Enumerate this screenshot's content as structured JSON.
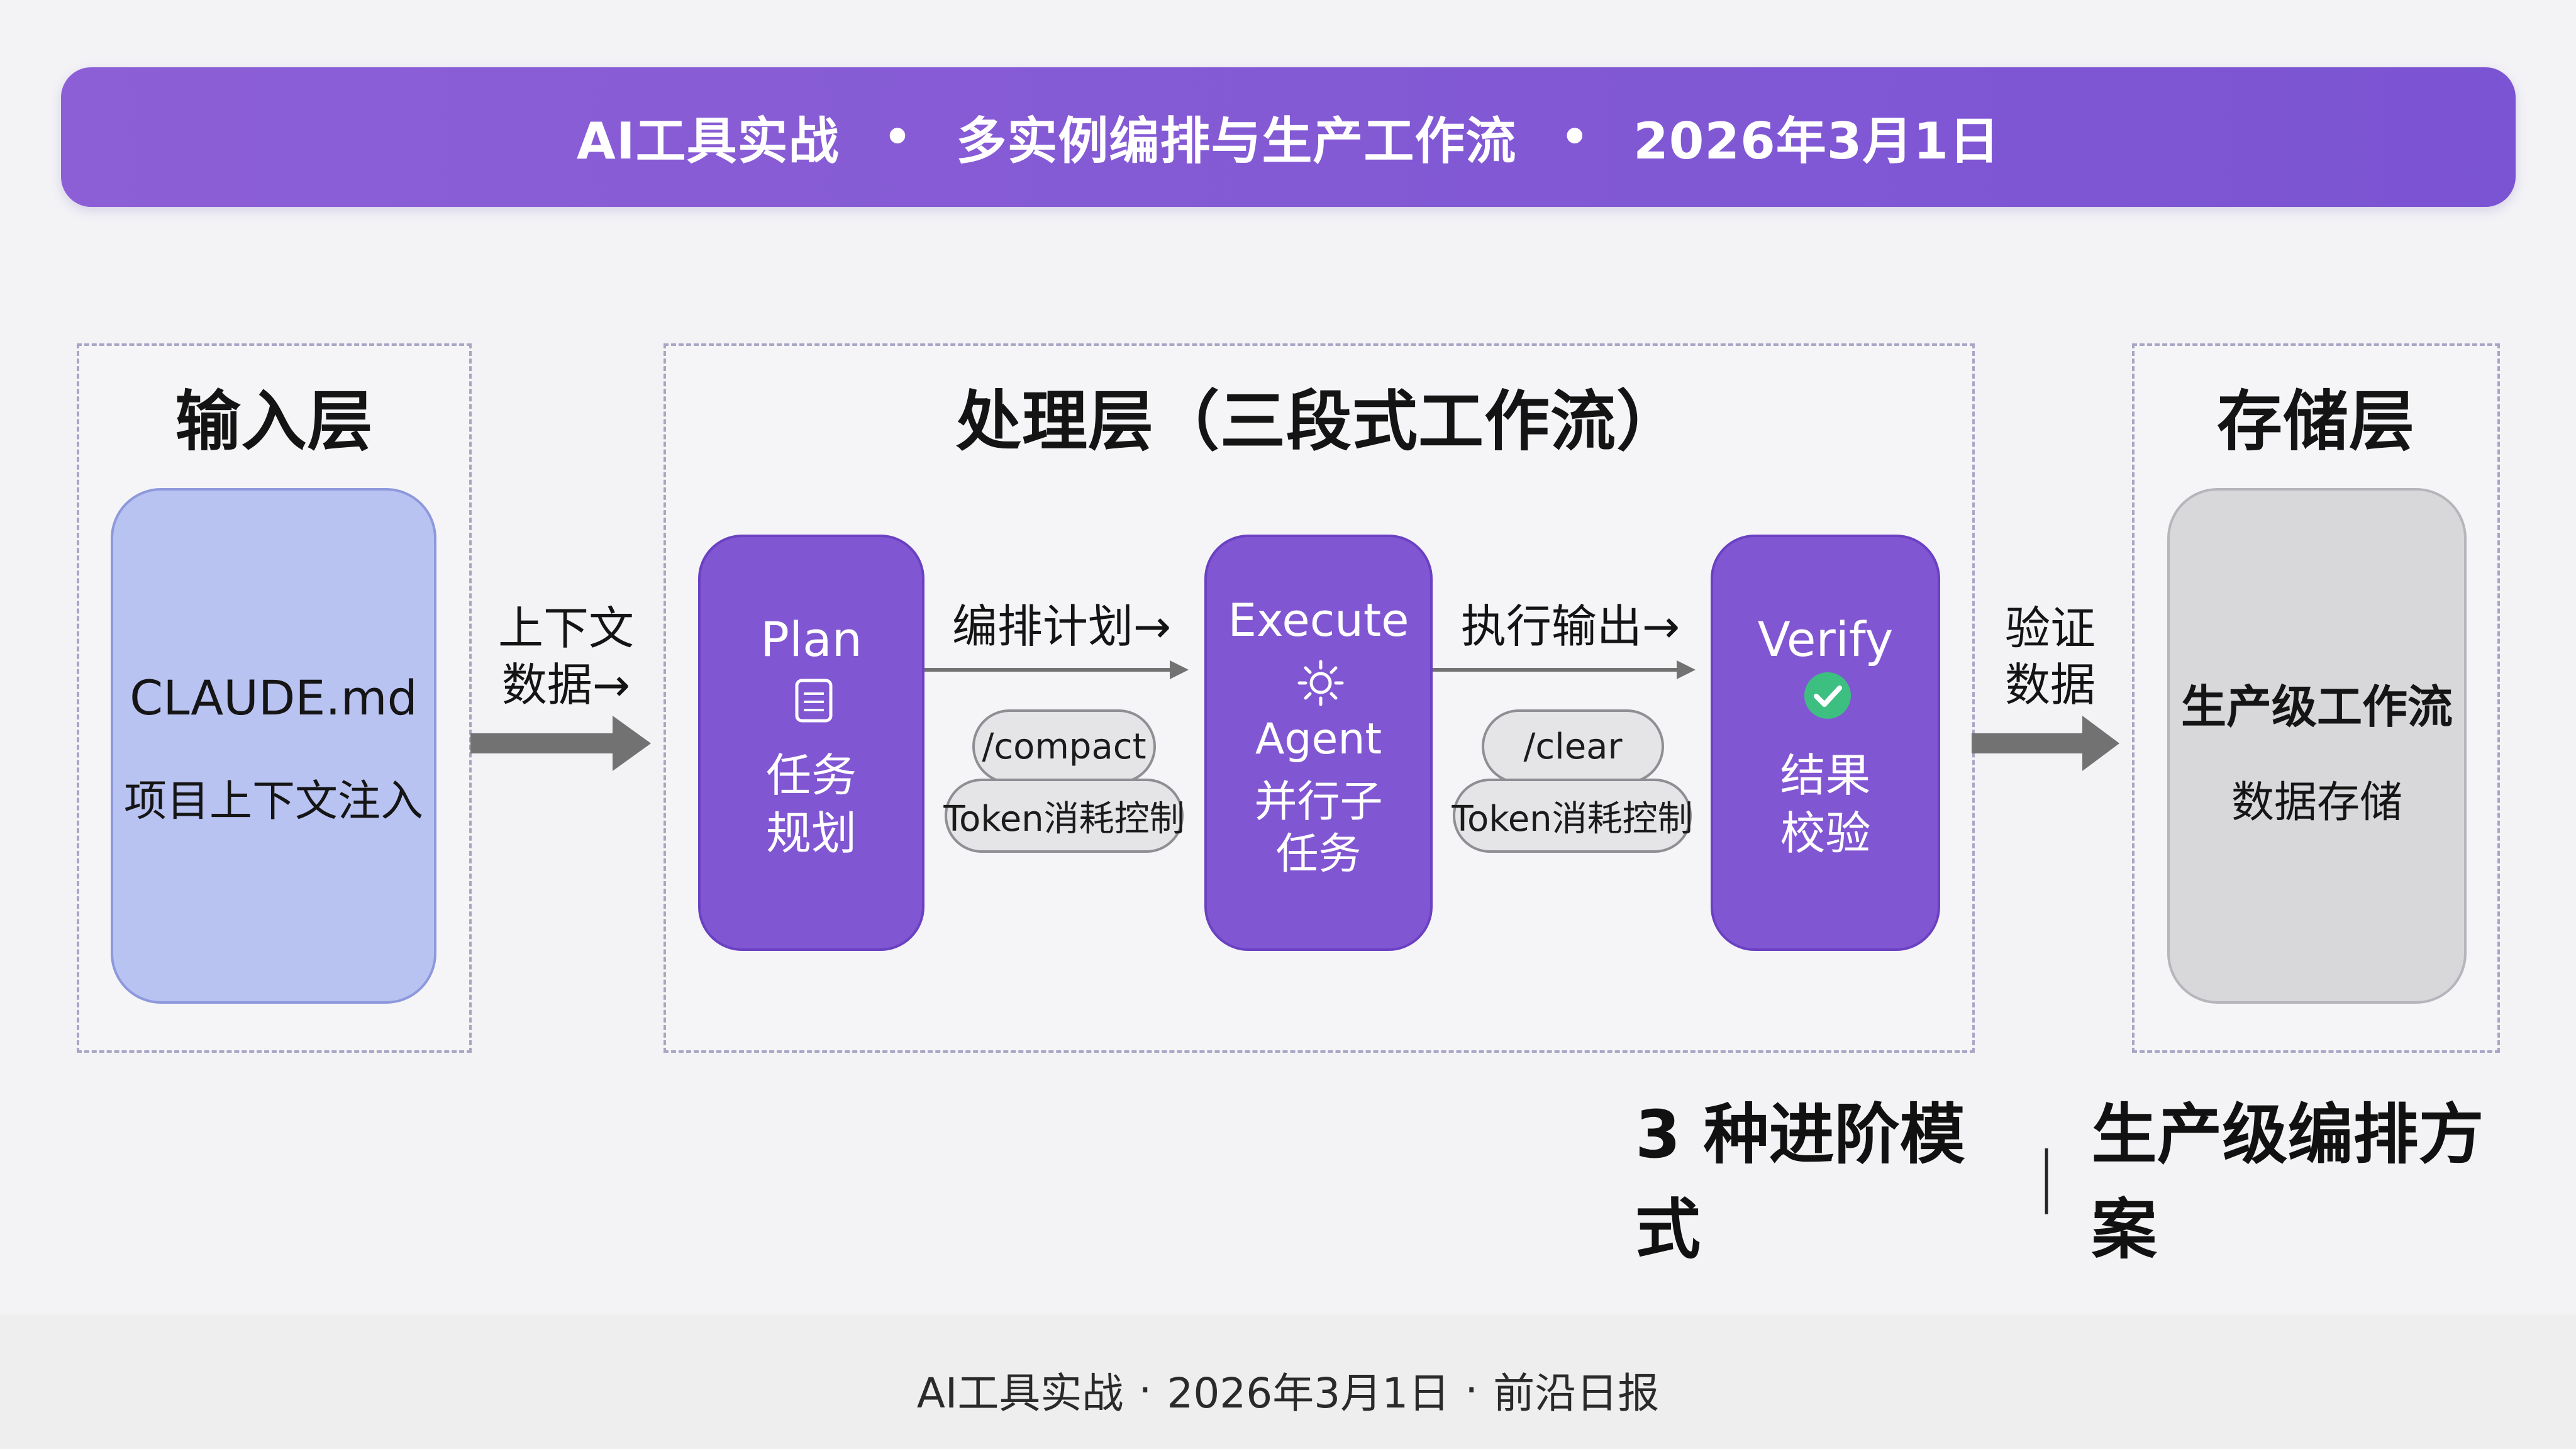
{
  "header": {
    "segment_1": "AI工具实战",
    "separator": "•",
    "segment_2": "多实例编排与生产工作流",
    "segment_3": "2026年3月1日"
  },
  "layers": {
    "input": {
      "title": "输入层",
      "card_title": "CLAUDE.md",
      "card_subtitle": "项目上下文注入"
    },
    "processing": {
      "title": "处理层（三段式工作流）",
      "stages": [
        {
          "name": "Plan",
          "icon": "document-icon",
          "label_line_1": "任务",
          "label_line_2": "规划"
        },
        {
          "name": "Execute",
          "icon": "gear-icon",
          "label_line_1": "Agent",
          "label_line_2": "并行子",
          "label_line_3": "任务"
        },
        {
          "name": "Verify",
          "icon": "check-circle-icon",
          "label_line_1": "结果",
          "label_line_2": "校验"
        }
      ],
      "connectors": [
        {
          "label": "编排计划→",
          "pill_1": "/compact",
          "pill_2": "Token消耗控制"
        },
        {
          "label": "执行输出→",
          "pill_1": "/clear",
          "pill_2": "Token消耗控制"
        }
      ]
    },
    "storage": {
      "title": "存储层",
      "card_title": "生产级工作流",
      "card_subtitle": "数据存储"
    }
  },
  "flow_labels": {
    "input_to_processing_line_1": "上下文",
    "input_to_processing_line_2": "数据→",
    "processing_to_storage_line_1": "验证",
    "processing_to_storage_line_2": "数据"
  },
  "summary": {
    "left": "3 种进阶模式",
    "separator": "|",
    "right": "生产级编排方案"
  },
  "footer": {
    "text_1": "AI工具实战",
    "dot": "·",
    "text_2": "2026年3月1日",
    "text_3": "前沿日报"
  },
  "colors": {
    "header": "#7b54d3",
    "stage": "#8156d2",
    "input_card": "#b9c3f2",
    "storage_card": "#d8d8db",
    "arrow": "#727272"
  }
}
